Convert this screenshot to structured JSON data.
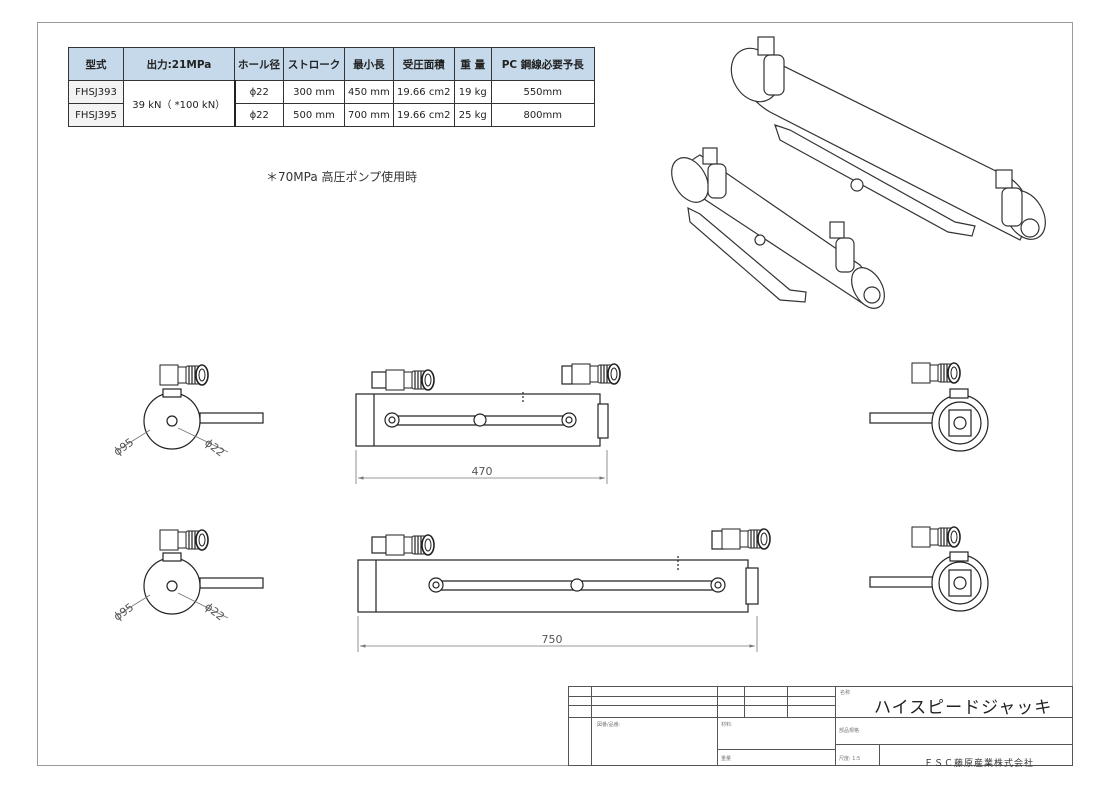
{
  "spec_table": {
    "headers": [
      "型式",
      "出力:21MPa",
      "ホール径",
      "ストローク",
      "最小長",
      "受圧面積",
      "重 量",
      "PC 鋼線必要予長"
    ],
    "output_merged": "39 kN（ *100 kN）",
    "rows": [
      {
        "model": "FHSJ393",
        "hole": "ϕ22",
        "stroke": "300 mm",
        "min_len": "450 mm",
        "area": "19.66 cm2",
        "weight": "19 kg",
        "pc_len": "550mm"
      },
      {
        "model": "FHSJ395",
        "hole": "ϕ22",
        "stroke": "500 mm",
        "min_len": "700 mm",
        "area": "19.66 cm2",
        "weight": "25 kg",
        "pc_len": "800mm"
      }
    ]
  },
  "note": "＊70MPa 高圧ポンプ使用時",
  "dimensions": {
    "len_short": "470",
    "len_long": "750",
    "dia_body": "ϕ95",
    "dia_hole": "ϕ22"
  },
  "title_block": {
    "name_label": "名称",
    "title": "ハイスピードジャッキ",
    "labels": {
      "drawing_no": "図番/品番:",
      "material": "材料:",
      "part_spec": "部品規格",
      "weight": "重量",
      "scale": "尺度: 1:5"
    },
    "company": "ＦＳＣ藤原産業株式会社"
  }
}
